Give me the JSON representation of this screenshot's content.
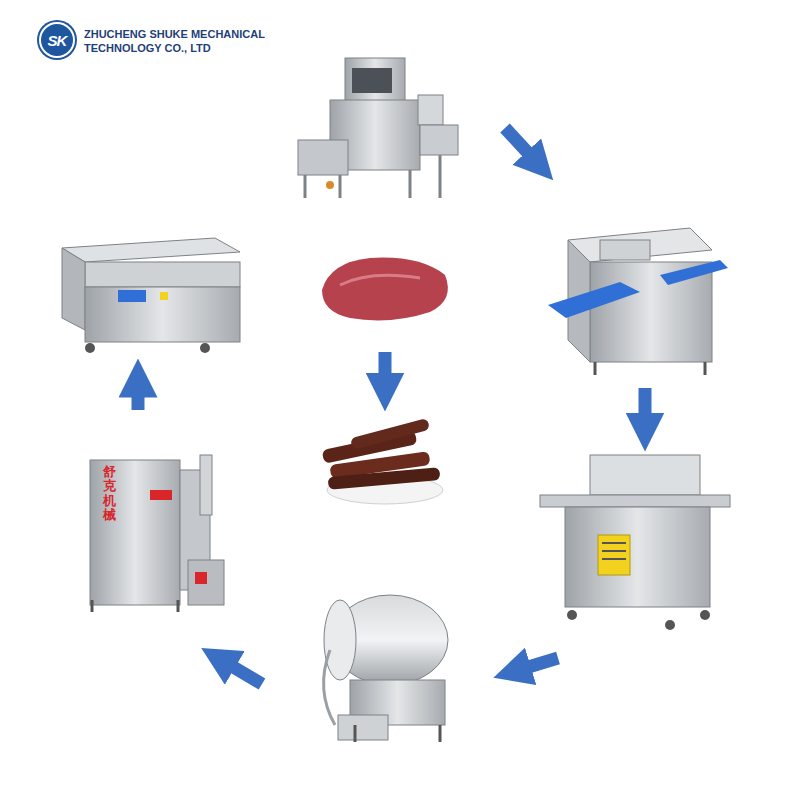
{
  "diagram": {
    "nodes": [
      {
        "text": [
          "SK"
        ]
      }
    ],
    "labels": [
      "ZHUCHENG SHUKE MECHANICAL TECHNOLOGY CO., LTD",
      "舒克机械"
    ]
  }
}
